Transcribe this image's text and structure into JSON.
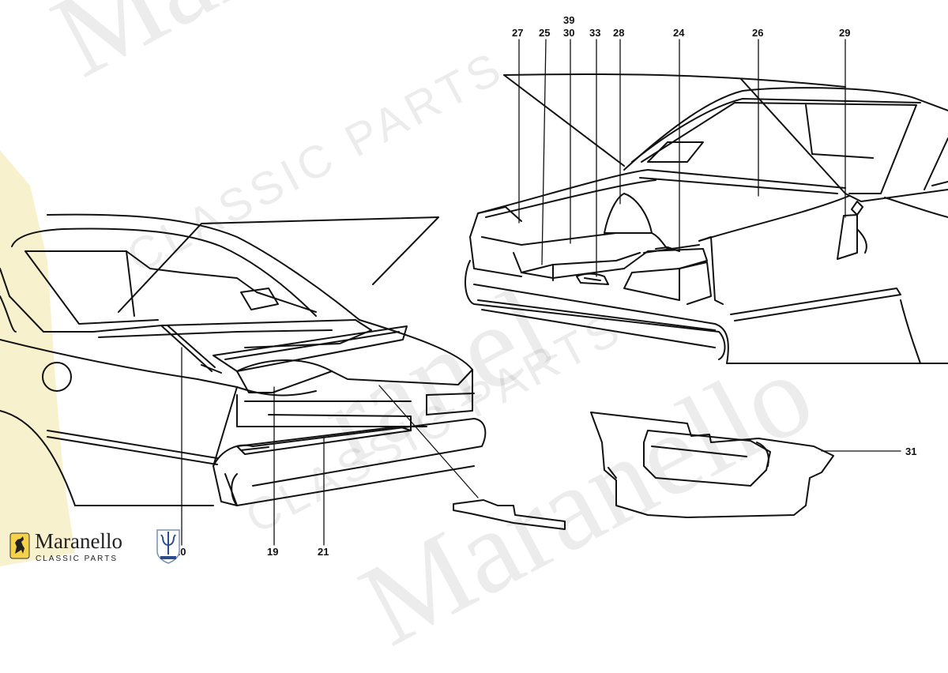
{
  "watermark": {
    "brand": "Maranello",
    "tagline": "CLASSIC PARTS",
    "brand_left_fragment": "Mar",
    "brand_right_fragment": "ranel"
  },
  "logo": {
    "name": "Maranello",
    "tagline": "CLASSIC PARTS",
    "horse_icon": "prancing-horse-icon",
    "trident_icon": "trident-badge-icon"
  },
  "callouts": {
    "c19": "19",
    "c20": "20",
    "c21": "21",
    "c24": "24",
    "c25": "25",
    "c26": "26",
    "c27": "27",
    "c28": "28",
    "c29": "29",
    "c30": "30",
    "c31": "31",
    "c33": "33",
    "c39": "39"
  }
}
